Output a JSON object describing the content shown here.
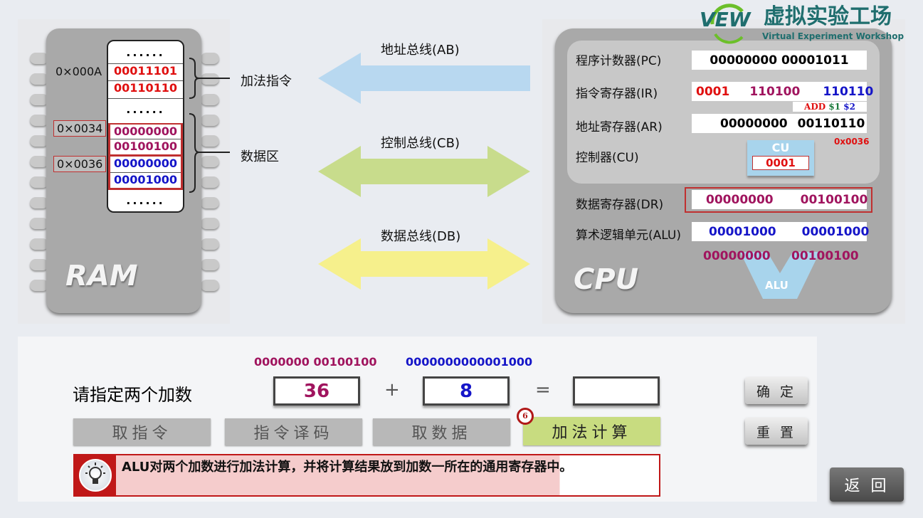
{
  "logo": {
    "brand": "VEW",
    "title_cn": "虚拟实验工场",
    "subtitle": "Virtual Experiment Workshop"
  },
  "ram": {
    "label": "RAM",
    "dots": "......",
    "addresses": [
      "0×000A",
      "0×0034",
      "0×0036"
    ],
    "cells": [
      "00011101",
      "00110110",
      "00000000",
      "00100100",
      "00000000",
      "00001000"
    ],
    "group_labels": [
      "加法指令",
      "数据区"
    ]
  },
  "buses": [
    {
      "label": "地址总线(AB)",
      "color": "#b8d8f0",
      "direction": "left"
    },
    {
      "label": "控制总线(CB)",
      "color": "#c8dc8c",
      "direction": "both"
    },
    {
      "label": "数据总线(DB)",
      "color": "#f6f08c",
      "direction": "both"
    }
  ],
  "cpu": {
    "label": "CPU",
    "pc": {
      "label": "程序计数器(PC)",
      "value": "00000000 00001011"
    },
    "ir": {
      "label": "指令寄存器(IR)",
      "opcode": "0001",
      "operand1": "110100",
      "operand2": "110110",
      "decode_op": "ADD",
      "decode_r1": "$1",
      "decode_r2": "$2"
    },
    "ar": {
      "label": "地址寄存器(AR)",
      "value_hi": "00000000",
      "value_lo": "00110110"
    },
    "cu": {
      "label": "控制器(CU)",
      "box_title": "CU",
      "value": "0001",
      "address_note": "0x0036"
    },
    "dr": {
      "label": "数据寄存器(DR)",
      "value_hi": "00000000",
      "value_lo": "00100100"
    },
    "alu": {
      "label": "算术逻辑单元(ALU)",
      "in_a": "00001000",
      "in_b": "00001000",
      "out_a": "00000000",
      "out_b": "00100100",
      "shape_label": "ALU"
    }
  },
  "bottom": {
    "prompt": "请指定两个加数",
    "binary_a": "0000000 00100100",
    "binary_b": "0000000000001000",
    "operand_a": "36",
    "plus": "+",
    "operand_b": "8",
    "equals": "=",
    "result": "",
    "steps": [
      "取指令",
      "指令译码",
      "取数据",
      "加法计算"
    ],
    "step_badge": "6",
    "confirm": "确 定",
    "reset": "重 置",
    "back": "返 回",
    "hint": "ALU对两个加数进行加法计算，并将计算结果放到加数一所在的通用寄存器中。"
  }
}
